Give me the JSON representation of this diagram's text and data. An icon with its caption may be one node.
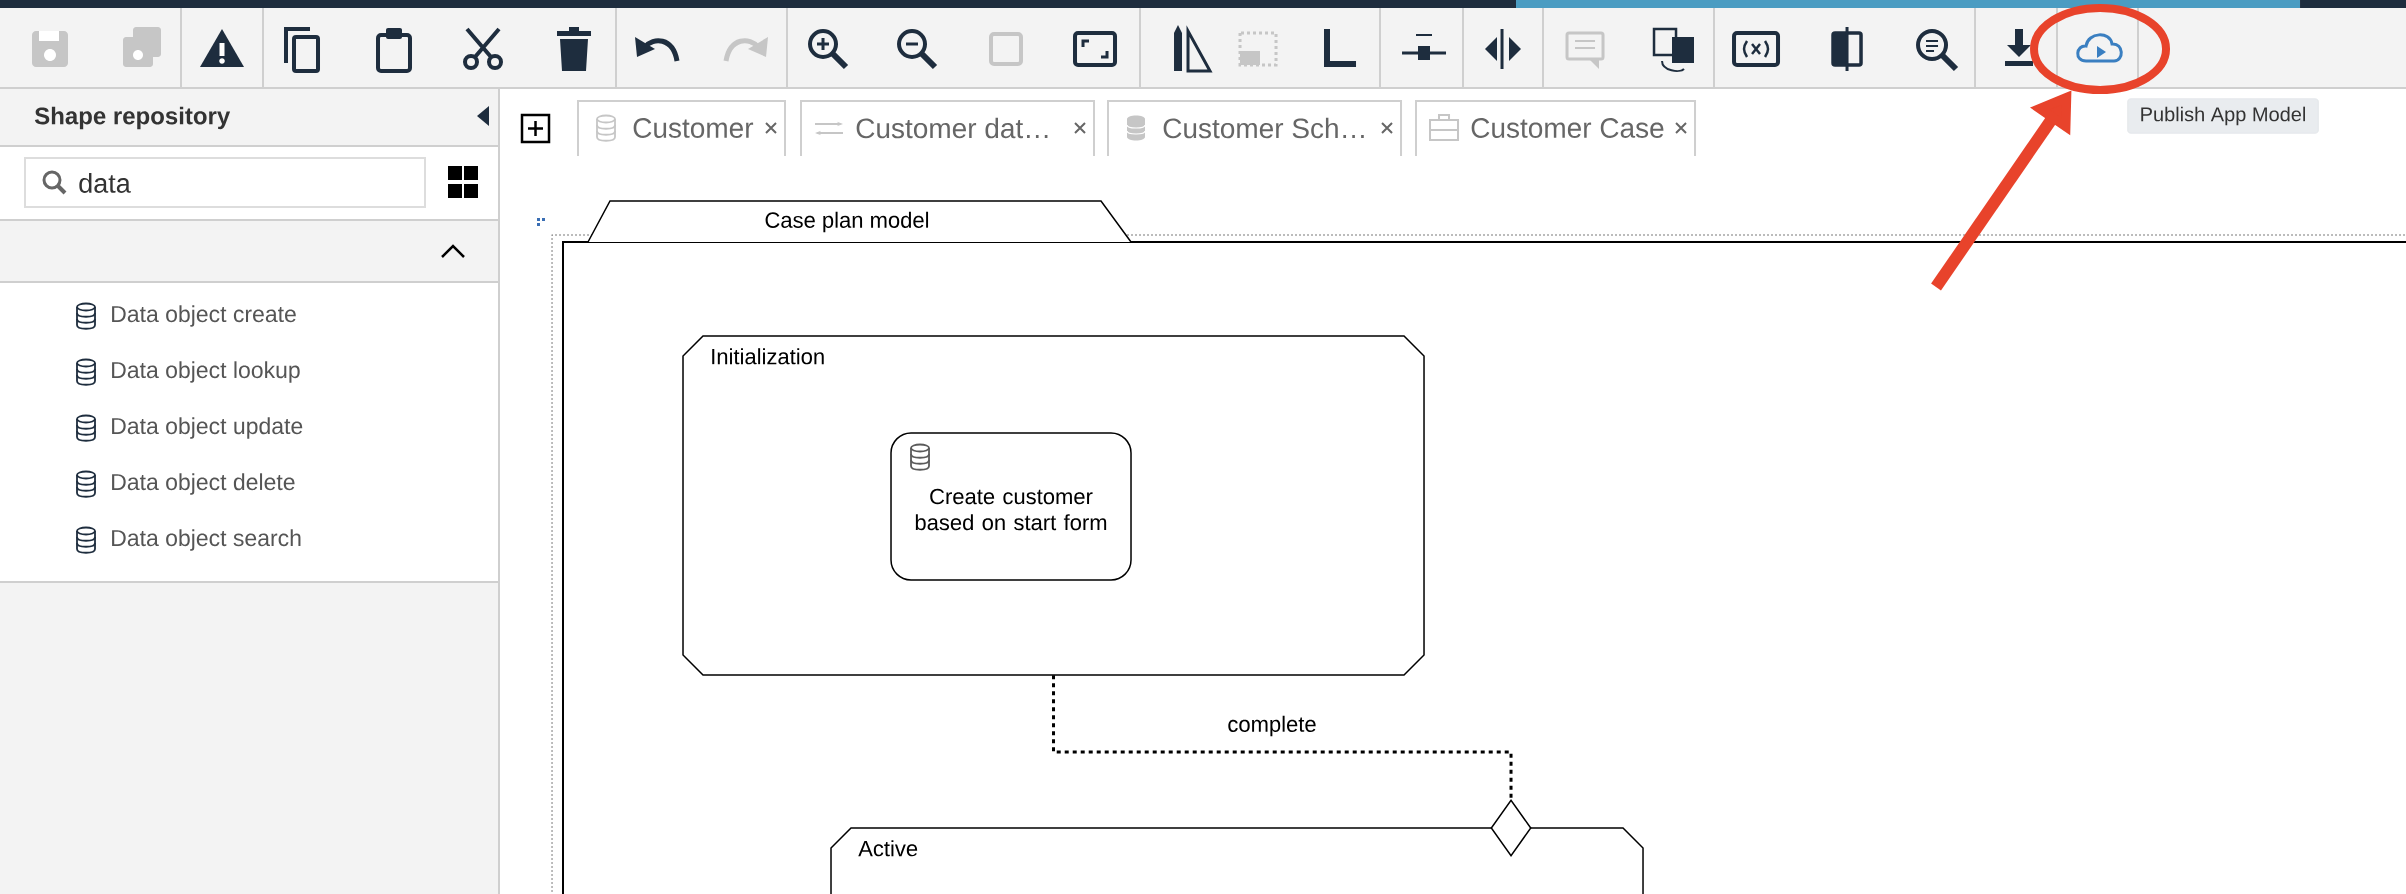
{
  "diagram": {
    "nodes": [
      {
        "text": [
          "Case plan model"
        ]
      },
      {
        "text": [
          "Initialization"
        ],
        "in": 0
      },
      {
        "text": [
          "Create customer based on start form"
        ],
        "in": 1
      },
      {
        "text": [
          "Active"
        ],
        "in": 0
      },
      {
        "text": [],
        "shape": "diamond",
        "in": 0
      },
      {
        "text": [],
        "shape": "ellipse"
      }
    ],
    "edges": [
      {
        "from": 1,
        "to": 4,
        "arrow": "none",
        "label": "complete",
        "style": "dashed"
      },
      {
        "from": null,
        "to": 5,
        "arrow": "to",
        "style": "thick",
        "color": "#e8432b"
      }
    ],
    "labels": [
      "Shape repository",
      "Customer",
      "Customer dat…",
      "Customer Sch…",
      "Customer Case",
      "Publish App Model",
      "data",
      "Data object create",
      "Data object lookup",
      "Data object update",
      "Data object delete",
      "Data object search"
    ]
  }
}
